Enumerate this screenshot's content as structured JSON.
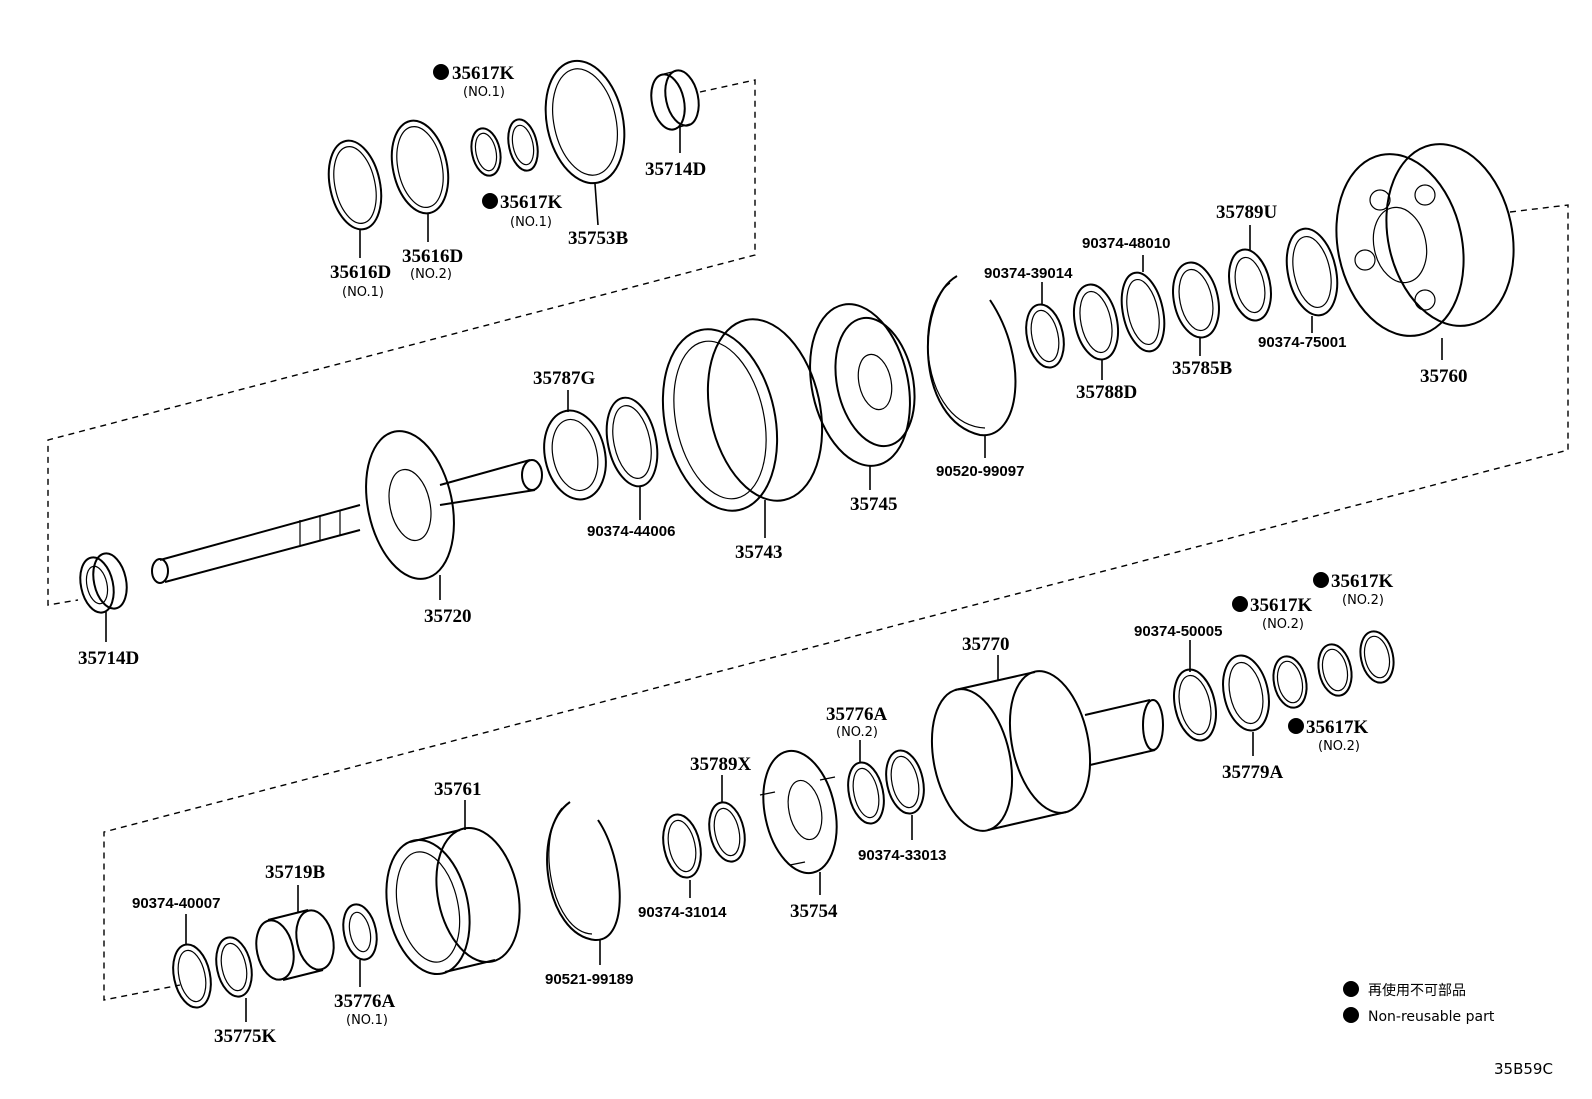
{
  "labels": {
    "p35617K_a": "35617K",
    "p35617K_a_sub": "(NO.1)",
    "p35617K_b": "35617K",
    "p35617K_b_sub": "(NO.1)",
    "p35616D_1": "35616D",
    "p35616D_1_sub": "(NO.1)",
    "p35616D_2": "35616D",
    "p35616D_2_sub": "(NO.2)",
    "p35753B": "35753B",
    "p35714D_top": "35714D",
    "p35789U": "35789U",
    "p90374_48010": "90374-48010",
    "p90374_39014": "90374-39014",
    "p90374_75001": "90374-75001",
    "p35760": "35760",
    "p35785B": "35785B",
    "p35788D": "35788D",
    "p90520_99097": "90520-99097",
    "p35745": "35745",
    "p35787G": "35787G",
    "p90374_44006": "90374-44006",
    "p35743": "35743",
    "p35720": "35720",
    "p35714D_left": "35714D",
    "p35617K_c": "35617K",
    "p35617K_c_sub": "(NO.2)",
    "p35617K_d": "35617K",
    "p35617K_d_sub": "(NO.2)",
    "p35617K_e": "35617K",
    "p35617K_e_sub": "(NO.2)",
    "p90374_50005": "90374-50005",
    "p35779A": "35779A",
    "p35770": "35770",
    "p35776A_2": "35776A",
    "p35776A_2_sub": "(NO.2)",
    "p35789X": "35789X",
    "p90374_33013": "90374-33013",
    "p35754": "35754",
    "p90374_31014": "90374-31014",
    "p35761": "35761",
    "p90521_99189": "90521-99189",
    "p35719B": "35719B",
    "p90374_40007": "90374-40007",
    "p35775K": "35775K",
    "p35776A_1": "35776A",
    "p35776A_1_sub": "(NO.1)"
  },
  "legend": {
    "jp": "再使用不可部品",
    "en": "Non-reusable part"
  },
  "diagram_code": "35B59C"
}
